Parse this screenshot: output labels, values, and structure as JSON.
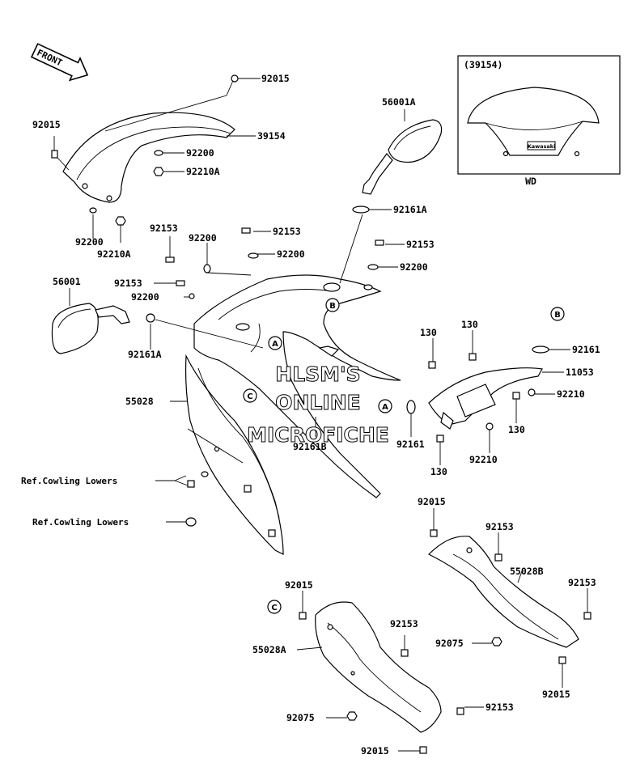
{
  "front_label": "FRONT",
  "inset": {
    "title": "(39154)",
    "caption": "WD",
    "badge_text": "Kawasaki"
  },
  "watermark": [
    "HLSM'S",
    "ONLINE",
    "MICROFICHE"
  ],
  "callouts": [
    "A",
    "B",
    "C",
    "A",
    "B",
    "C"
  ],
  "labels": [
    "92015",
    "39154",
    "92200",
    "92210A",
    "92015",
    "92200",
    "92210A",
    "56001A",
    "92161A",
    "92153",
    "92153",
    "92200",
    "92200",
    "92153",
    "92200",
    "56001",
    "92153",
    "92200",
    "92161A",
    "130",
    "130",
    "92161",
    "11053",
    "92210",
    "130",
    "92161",
    "92210",
    "130",
    "55028",
    "92161B",
    "92015",
    "92153",
    "55028B",
    "92153",
    "92075",
    "92015",
    "92015",
    "92153",
    "55028A",
    "92075",
    "92153",
    "92015"
  ],
  "refs": [
    "Ref.Cowling Lowers",
    "Ref.Cowling Lowers"
  ]
}
